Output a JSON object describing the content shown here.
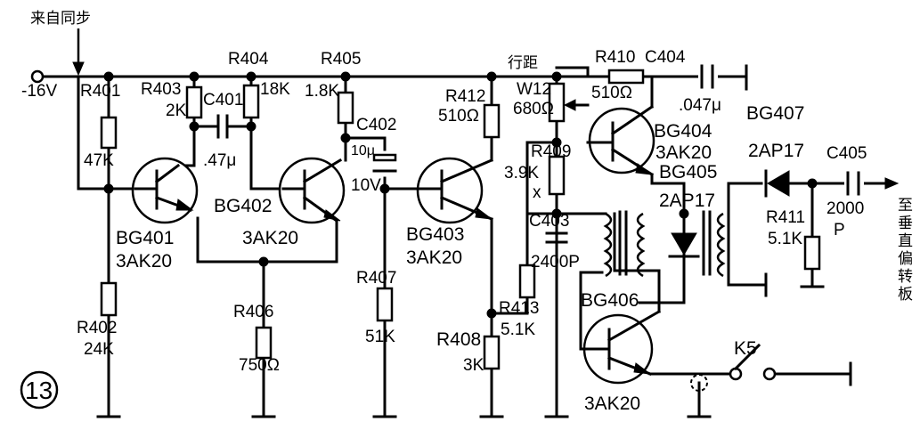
{
  "labels": {
    "sync": "来自同步",
    "supply": "-16V",
    "fig_num": "13",
    "output_vert": [
      "至",
      "垂",
      "直",
      "偏",
      "转",
      "板"
    ],
    "spacing": "行距",
    "r401": "R401",
    "r401_val": "47K",
    "r402": "R402",
    "r402_val": "24K",
    "r403": "R403",
    "r403_val": "2K",
    "r404": "R404",
    "r404_val": "18K",
    "r405": "R405",
    "r405_val": "1.8K",
    "r406": "R406",
    "r406_val": "750Ω",
    "r407": "R407",
    "r407_val": "51K",
    "r408": "R408",
    "r408_val": "3K",
    "r409": "R409",
    "r409_val": "3.9K",
    "r409_note": "x",
    "r410": "R410",
    "r410_val": "510Ω",
    "r411": "R411",
    "r411_val": "5.1K",
    "r412": "R412",
    "r412_val": "510Ω",
    "r413": "R413",
    "r413_val": "5.1K",
    "c401": "C401",
    "c401_val": ".47μ",
    "c402": "C402",
    "c402_val1": "10μ",
    "c402_val2": "10V",
    "c403": "C403",
    "c403_val": "2400P",
    "c404": "C404",
    "c404_val": ".047μ",
    "c405": "C405",
    "c405_val1": "2000",
    "c405_val2": "P",
    "w12": "W12",
    "w12_val": "680Ω",
    "bg401": "BG401",
    "bg401_type": "3AK20",
    "bg402": "BG402",
    "bg402_type": "3AK20",
    "bg403": "BG403",
    "bg403_type": "3AK20",
    "bg404": "BG404",
    "bg404_type": "3AK20",
    "bg405": "BG405",
    "bg405_type": "2AP17",
    "bg406": "BG406",
    "bg406_type": "3AK20",
    "bg407": "BG407",
    "bg407_type": "2AP17",
    "k5": "K5"
  }
}
